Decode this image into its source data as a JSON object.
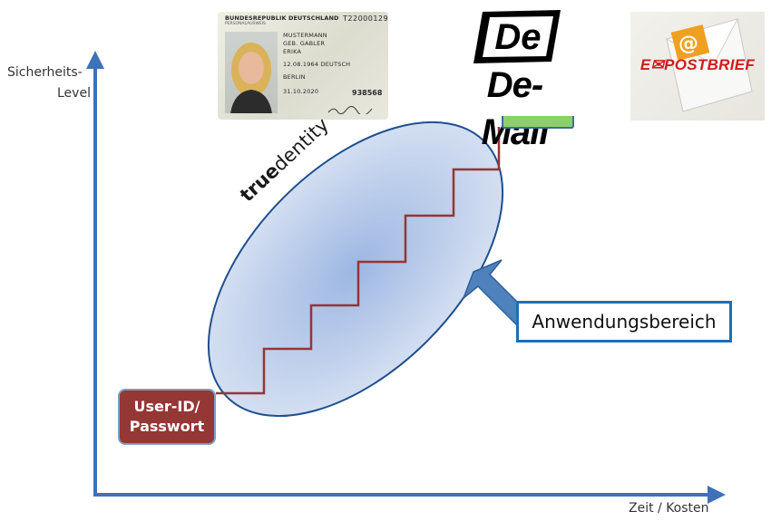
{
  "axes": {
    "y_label_line1": "Sicherheits-",
    "y_label_line2": "Level",
    "x_label": "Zeit / Kosten"
  },
  "id_card": {
    "header": "BUNDESREPUBLIK DEUTSCHLAND",
    "subheader": "PERSONALAUSWEIS",
    "number": "T22000129",
    "lines": [
      "MUSTERMANN",
      "GEB. GABLER",
      "ERIKA",
      "12.08.1964 DEUTSCH",
      "BERLIN",
      "31.10.2020"
    ],
    "card_number": "938568"
  },
  "demail": {
    "label": "De-Mail"
  },
  "epost": {
    "label": "E✉POSTBRIEF"
  },
  "brand": {
    "bold": "true",
    "regular": "dentity"
  },
  "userid_box": {
    "line1": "User-ID/",
    "line2": "Passwort"
  },
  "anw_box": {
    "label": "Anwendungsbereich"
  },
  "colors": {
    "axis": "#3d72b8",
    "ellipse_fill": "#c5d4ee",
    "ellipse_stroke": "#1f4f8f",
    "staircase": "#943634",
    "userid_fill": "#953735",
    "pointer_arrow": "#4f81bd",
    "anw_border": "#1f6fb2"
  },
  "icons": [
    "y-axis-arrow",
    "x-axis-arrow",
    "pointer-arrow-icon",
    "envelope-icon",
    "de-logo-icon"
  ]
}
